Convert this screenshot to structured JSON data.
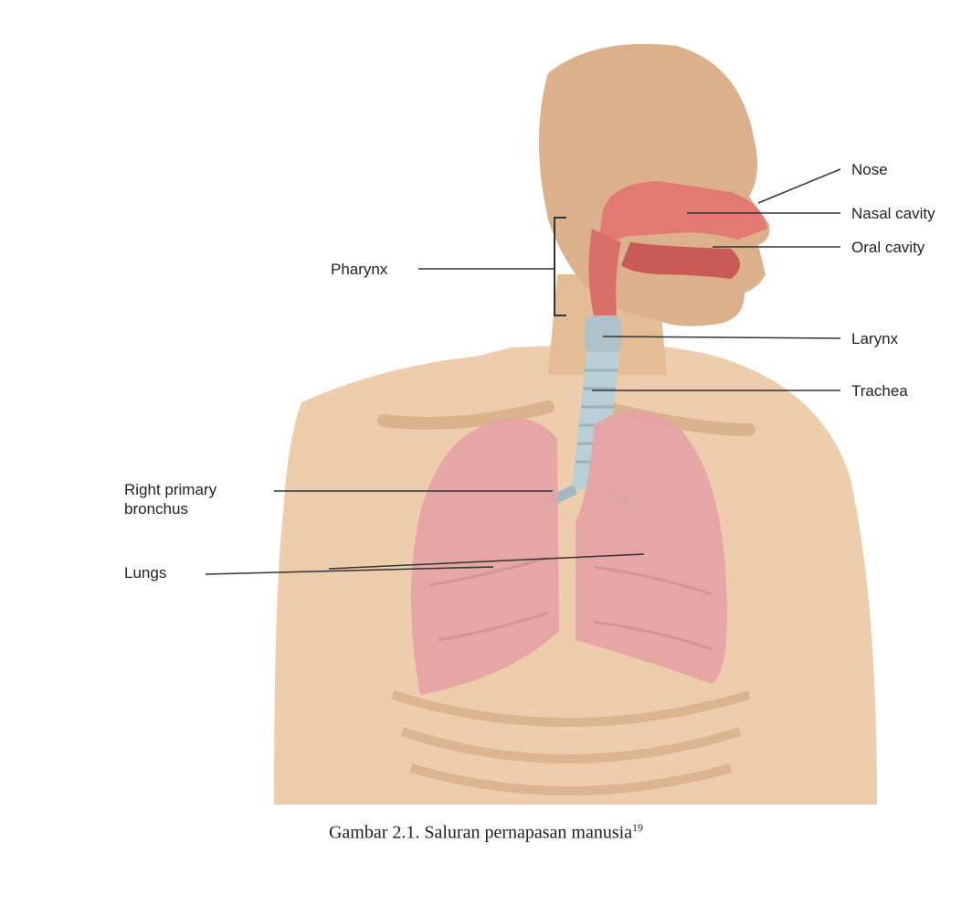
{
  "labels": {
    "nose": "Nose",
    "nasal_cavity": "Nasal cavity",
    "oral_cavity": "Oral cavity",
    "pharynx": "Pharynx",
    "larynx": "Larynx",
    "trachea": "Trachea",
    "right_primary_bronchus_line1": "Right primary",
    "right_primary_bronchus_line2": "bronchus",
    "lungs": "Lungs"
  },
  "caption": {
    "text": "Gambar 2.1. Saluran pernapasan manusia",
    "ref": "19"
  },
  "colors": {
    "skin": "#e9c39c",
    "skin_dark": "#d9a87d",
    "airway": "#e27a72",
    "airway_dark": "#c95a55",
    "lung": "#e6a3a5",
    "lung_dark": "#c98a90",
    "trachea": "#b8cfd6",
    "leader_line": "#333333"
  }
}
